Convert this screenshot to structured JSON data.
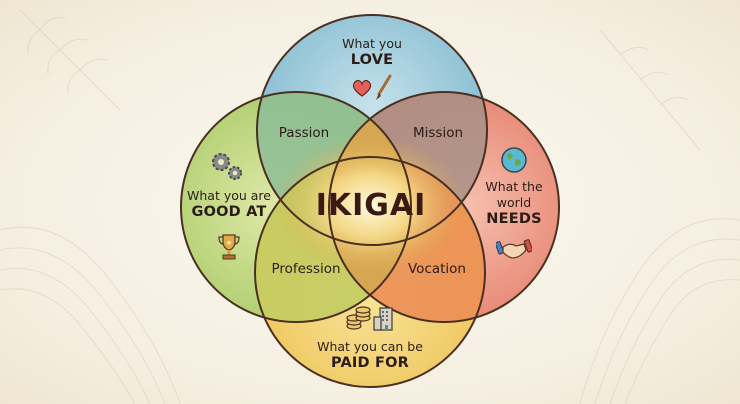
{
  "title": "IKIGAI",
  "circles": [
    {
      "id": "love",
      "line1": "What you",
      "line2": "LOVE",
      "color": "#8fc3d6",
      "icons": [
        "heart-icon",
        "paintbrush-icon"
      ]
    },
    {
      "id": "good",
      "line1": "What you are",
      "line2": "GOOD AT",
      "color": "#b8d27a",
      "icons": [
        "gears-icon",
        "trophy-icon"
      ]
    },
    {
      "id": "needs",
      "line1": "What the",
      "line1b": "world",
      "line2": "NEEDS",
      "color": "#ef9a86",
      "icons": [
        "globe-icon",
        "handshake-icon"
      ]
    },
    {
      "id": "paid",
      "line1": "What you can be",
      "line2": "PAID FOR",
      "color": "#f4d576",
      "icons": [
        "coins-icon",
        "building-icon"
      ]
    }
  ],
  "overlaps": {
    "passion": "Passion",
    "mission": "Mission",
    "profession": "Profession",
    "vocation": "Vocation"
  },
  "colors": {
    "outline": "#4a3020",
    "center_glow": "#fff4c4",
    "passion": "#8dbd96",
    "mission": "#a88f86",
    "profession": "#c9cf6a",
    "vocation": "#ec8f55"
  }
}
